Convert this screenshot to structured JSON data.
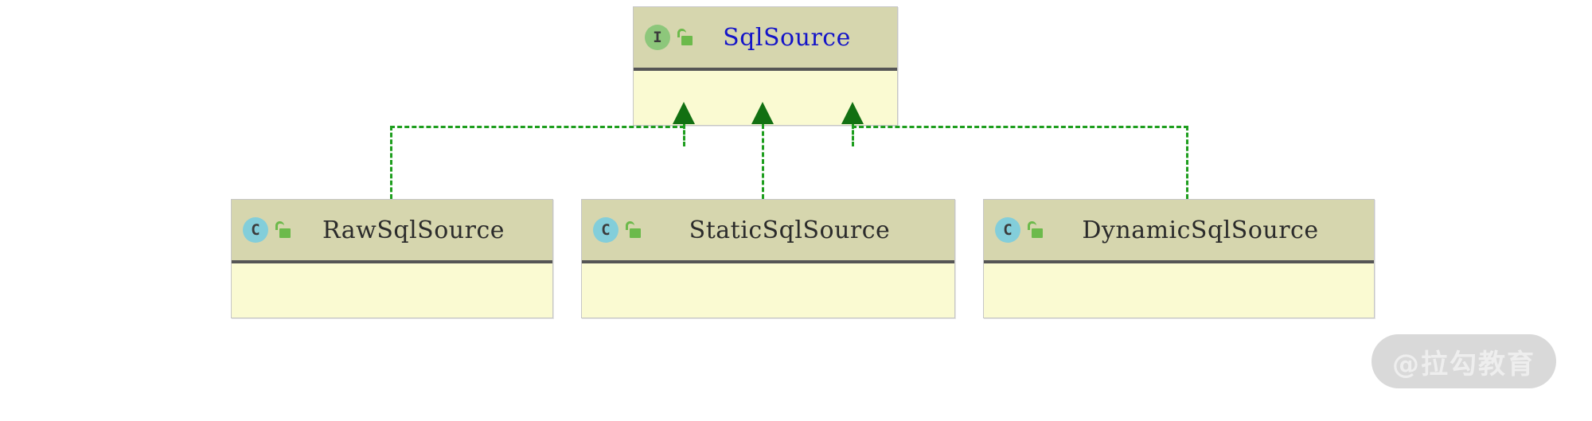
{
  "diagram": {
    "type": "uml-class-diagram",
    "relationship_label": "realization",
    "background_color": "#ffffff",
    "header_color": "#d6d6ae",
    "body_color": "#fafad2",
    "separator_color": "#555555",
    "border_color": "#c6c6c6",
    "connector_color": "#1e9e1e",
    "arrow_color": "#127012",
    "interface_icon_color": "#8dc77b",
    "class_icon_color": "#83ceda",
    "lock_icon_color": "#6cba4b",
    "interface_title_color": "#1414c8",
    "class_title_color": "#2b2b2b"
  },
  "interface_node": {
    "name": "SqlSource",
    "stereotype": "I",
    "stereotype_title": "interface",
    "visibility_icon": "unlock-icon",
    "members": ""
  },
  "class_nodes": [
    {
      "name": "RawSqlSource",
      "stereotype": "C",
      "stereotype_title": "class",
      "visibility_icon": "unlock-icon",
      "members": ""
    },
    {
      "name": "StaticSqlSource",
      "stereotype": "C",
      "stereotype_title": "class",
      "visibility_icon": "unlock-icon",
      "members": ""
    },
    {
      "name": "DynamicSqlSource",
      "stereotype": "C",
      "stereotype_title": "class",
      "visibility_icon": "unlock-icon",
      "members": ""
    }
  ],
  "watermark": {
    "text": "@拉勾教育"
  }
}
